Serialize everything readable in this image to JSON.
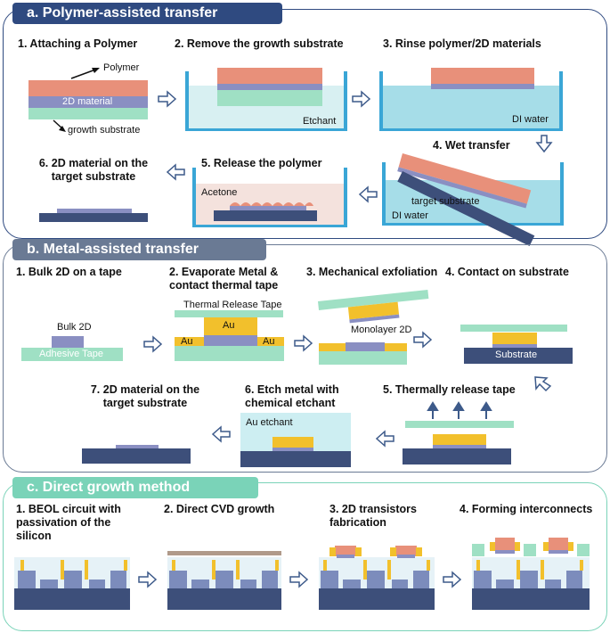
{
  "colors": {
    "polymer": "#e8907a",
    "material_2d": "#8a8fc2",
    "growth_substrate": "#9fe0c4",
    "substrate_dark": "#3d4f7a",
    "water": "#a6dde8",
    "etchant": "#d8f0f2",
    "acetone": "#f4e2dd",
    "gold": "#f2c02c",
    "arrow_blue": "#3d5a8a",
    "panel_a": "#2f4a80",
    "panel_b": "#6a7a94",
    "panel_c": "#7ad3b8"
  },
  "panel_a": {
    "title": "a. Polymer-assisted transfer",
    "steps": {
      "s1": "1. Attaching a Polymer",
      "s2": "2. Remove the growth substrate",
      "s3": "3. Rinse polymer/2D materials",
      "s4": "4. Wet transfer",
      "s5": "5. Release the polymer",
      "s6": "6. 2D material on the target substrate"
    },
    "labels": {
      "polymer": "Polymer",
      "material_2d": "2D material",
      "growth_substrate": "growth substrate",
      "etchant": "Etchant",
      "di_water": "DI water",
      "target_substrate": "target substrate",
      "di_water_2": "DI water",
      "acetone": "Acetone"
    }
  },
  "panel_b": {
    "title": "b. Metal-assisted transfer",
    "steps": {
      "s1": "1. Bulk 2D on a tape",
      "s2": "2. Evaporate Metal & contact thermal tape",
      "s3": "3. Mechanical exfoliation",
      "s4": "4. Contact on substrate",
      "s5": "5. Thermally release tape",
      "s6": "6. Etch metal with chemical etchant",
      "s7": "7. 2D material on the target substrate"
    },
    "labels": {
      "bulk_2d": "Bulk 2D",
      "adhesive_tape": "Adhesive Tape",
      "thermal_tape": "Thermal Release Tape",
      "au_top": "Au",
      "au_left": "Au",
      "au_right": "Au",
      "monolayer": "Monolayer 2D",
      "substrate": "Substrate",
      "au_etchant": "Au etchant"
    }
  },
  "panel_c": {
    "title": "c. Direct growth method",
    "steps": {
      "s1": "1.  BEOL circuit with passivation of the silicon",
      "s2": "2. Direct CVD growth",
      "s3": "3. 2D transistors fabrication",
      "s4": "4. Forming interconnects"
    }
  }
}
